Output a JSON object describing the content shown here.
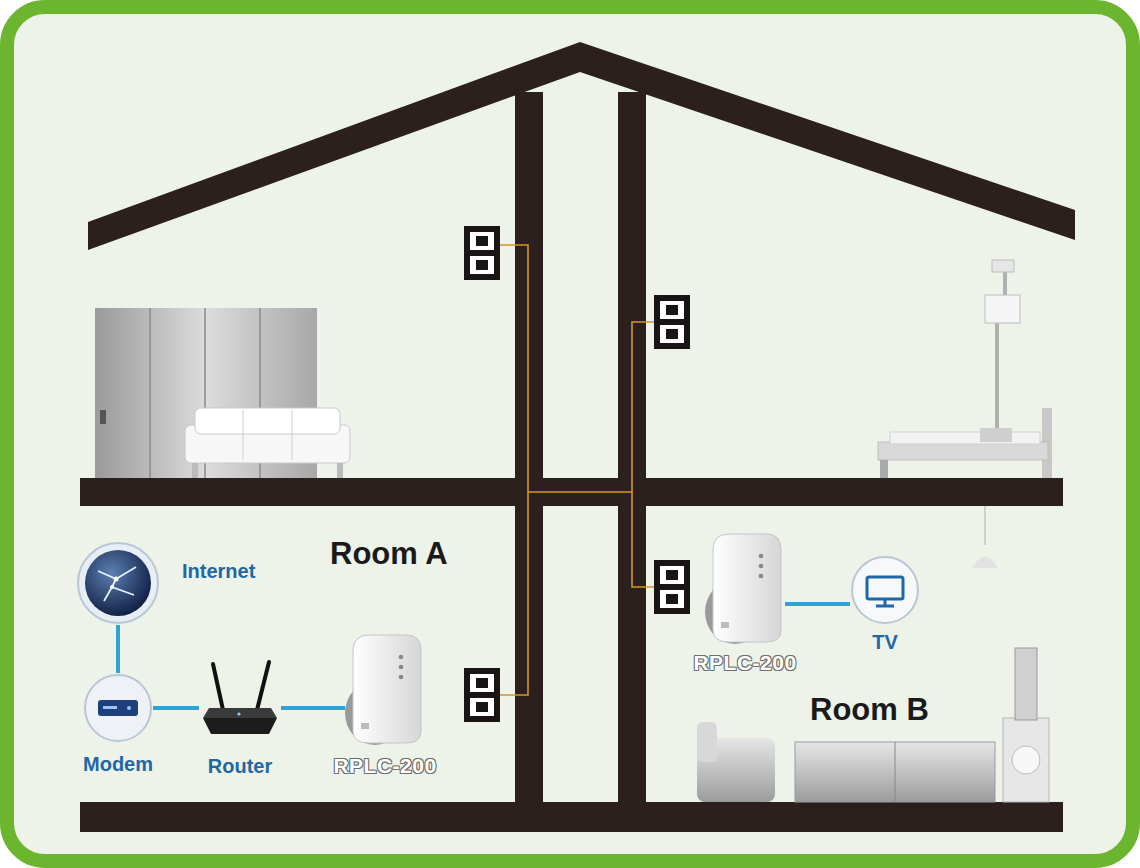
{
  "diagram": {
    "nodes": [
      {
        "text": [
          "Internet"
        ]
      },
      {
        "text": [
          "Modem"
        ]
      },
      {
        "text": [
          "Router"
        ]
      },
      {
        "text": [
          "RPLC-200"
        ]
      },
      {
        "text": [
          "RPLC-200"
        ]
      },
      {
        "text": [
          "TV"
        ]
      }
    ],
    "edges": [
      {
        "from": 0,
        "to": 1,
        "arrow": "none"
      },
      {
        "from": 1,
        "to": 2,
        "arrow": "none"
      },
      {
        "from": 2,
        "to": 3,
        "arrow": "none"
      },
      {
        "from": 4,
        "to": 5,
        "arrow": "none"
      }
    ],
    "labels": [
      "Room A",
      "Room B"
    ]
  }
}
